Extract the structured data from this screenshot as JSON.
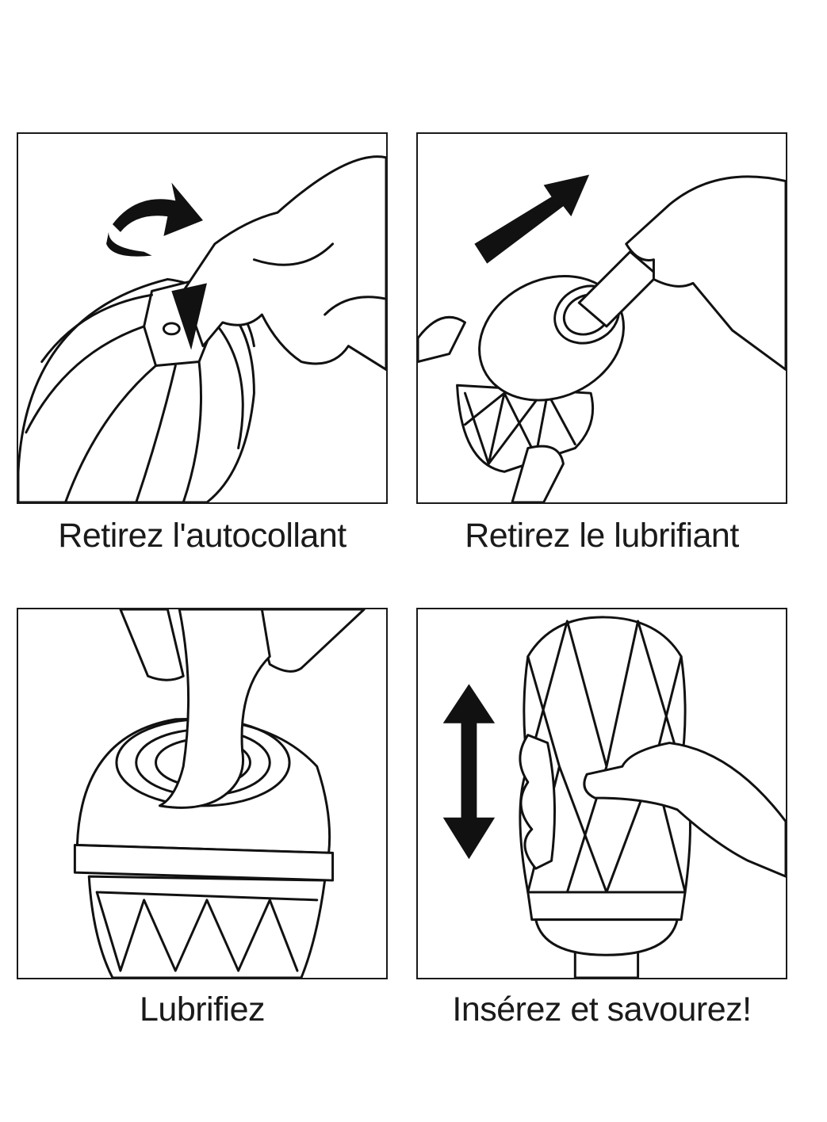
{
  "steps": [
    {
      "caption": "Retirez l'autocollant",
      "icon": "curved-arrow-icon"
    },
    {
      "caption": "Retirez le lubrifiant",
      "icon": "diagonal-arrow-icon"
    },
    {
      "caption": "Lubrifiez",
      "icon": "lubricant-pour-icon"
    },
    {
      "caption": "Insérez et savourez!",
      "icon": "up-down-arrow-icon"
    }
  ]
}
